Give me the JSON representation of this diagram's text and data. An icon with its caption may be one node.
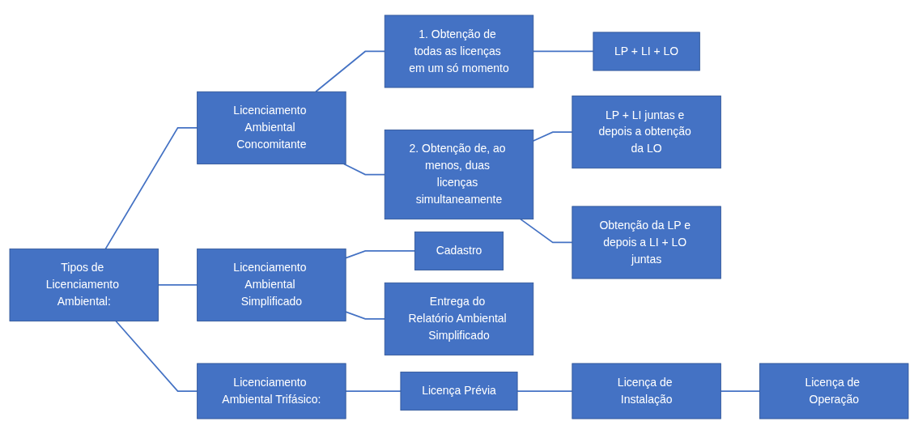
{
  "diagram": {
    "nodes": [
      {
        "text": [
          "Tipos de Licenciamento Ambiental:"
        ]
      },
      {
        "text": [
          "Licenciamento Ambiental Concomitante"
        ]
      },
      {
        "text": [
          "1. Obtenção de todas as licenças em um só momento"
        ]
      },
      {
        "text": [
          "LP + LI + LO"
        ]
      },
      {
        "text": [
          "2. Obtenção de, ao menos, duas licenças simultaneamente"
        ]
      },
      {
        "text": [
          "LP + LI juntas e depois a obtenção da LO"
        ]
      },
      {
        "text": [
          "Obtenção da LP e depois a LI + LO juntas"
        ]
      },
      {
        "text": [
          "Licenciamento Ambiental Simplificado"
        ]
      },
      {
        "text": [
          "Cadastro"
        ]
      },
      {
        "text": [
          "Entrega do Relatório Ambiental Simplificado"
        ]
      },
      {
        "text": [
          "Licenciamento Ambiental Trifásico:"
        ]
      },
      {
        "text": [
          "Licença Prévia"
        ]
      },
      {
        "text": [
          "Licença de Instalação"
        ]
      },
      {
        "text": [
          "Licença de Operação"
        ]
      }
    ],
    "edges": [
      {
        "from": 0,
        "to": 1,
        "arrow": "none"
      },
      {
        "from": 1,
        "to": 2,
        "arrow": "none"
      },
      {
        "from": 2,
        "to": 3,
        "arrow": "none"
      },
      {
        "from": 1,
        "to": 4,
        "arrow": "none"
      },
      {
        "from": 4,
        "to": 5,
        "arrow": "none"
      },
      {
        "from": 4,
        "to": 6,
        "arrow": "none"
      },
      {
        "from": 0,
        "to": 7,
        "arrow": "none"
      },
      {
        "from": 7,
        "to": 8,
        "arrow": "none"
      },
      {
        "from": 7,
        "to": 9,
        "arrow": "none"
      },
      {
        "from": 0,
        "to": 10,
        "arrow": "none"
      },
      {
        "from": 10,
        "to": 11,
        "arrow": "none"
      },
      {
        "from": 11,
        "to": 12,
        "arrow": "none"
      },
      {
        "from": 12,
        "to": 13,
        "arrow": "none"
      }
    ]
  }
}
